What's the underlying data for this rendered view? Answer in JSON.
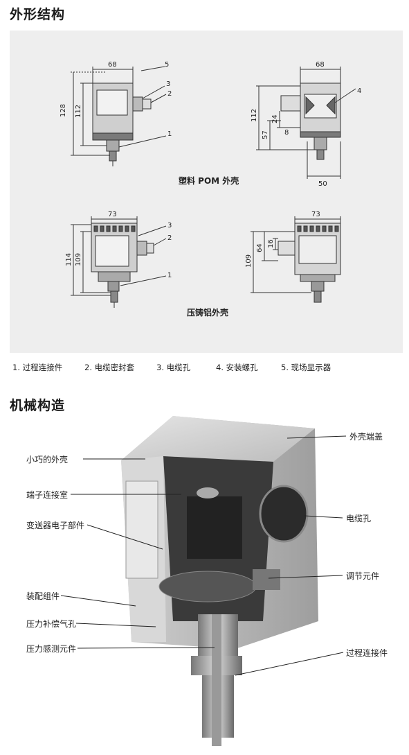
{
  "sections": {
    "outline_title": "外形结构",
    "mechanical_title": "机械构造"
  },
  "outline": {
    "caption_pom": "塑料 POM 外壳",
    "caption_alu": "压铸铝外壳",
    "dims": {
      "pom_front_width": "68",
      "pom_front_h1": "128",
      "pom_front_h2": "112",
      "pom_side_width": "68",
      "pom_side_h1": "112",
      "pom_side_h2": "57",
      "pom_side_h3": "24",
      "pom_side_h4": "8",
      "pom_side_base": "50",
      "alu_front_width": "73",
      "alu_front_h1": "114",
      "alu_front_h2": "109",
      "alu_side_width": "73",
      "alu_side_h1": "109",
      "alu_side_h2": "64",
      "alu_side_h3": "16"
    },
    "markers": [
      "1",
      "2",
      "3",
      "4",
      "5"
    ],
    "legend": [
      "1. 过程连接件",
      "2. 电缆密封套",
      "3. 电缆孔",
      "4. 安装螺孔",
      "5. 现场显示器"
    ]
  },
  "mechanical": {
    "callouts_left": [
      "小巧的外壳",
      "端子连接室",
      "变送器电子部件",
      "装配组件",
      "压力补偿气孔",
      "压力感测元件"
    ],
    "callouts_right": [
      "外壳端盖",
      "电缆孔",
      "调节元件",
      "过程连接件"
    ]
  },
  "colors": {
    "panel": "#eeeeee",
    "housing_light": "#d9d9d9",
    "housing_dark": "#555555",
    "metal": "#9a9a9a"
  }
}
